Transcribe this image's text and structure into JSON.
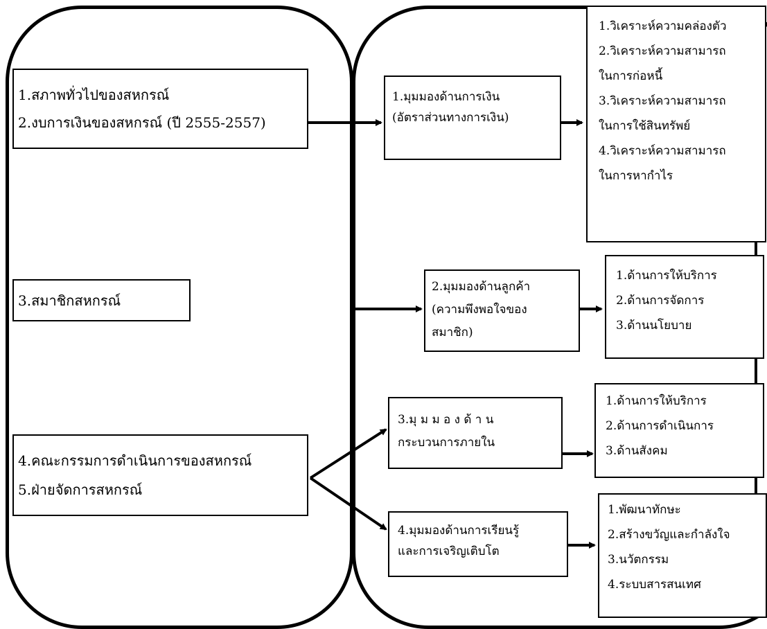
{
  "left_blocks": {
    "block1": {
      "lines": [
        "1.สภาพทั่วไปของสหกรณ์",
        "2.งบการเงินของสหกรณ์ (ปี 2555-2557)"
      ]
    },
    "block2": {
      "lines": [
        "3.สมาชิกสหกรณ์"
      ]
    },
    "block3": {
      "lines": [
        "4.คณะกรรมการดำเนินการของสหกรณ์",
        "5.ฝ่ายจัดการสหกรณ์"
      ]
    }
  },
  "perspectives": [
    {
      "lines": [
        "1.มุมมองด้านการเงิน",
        "(อัตราส่วนทางการเงิน)"
      ]
    },
    {
      "lines": [
        "2.มุมมองด้านลูกค้า",
        "(ความพึงพอใจของ",
        "สมาชิก)"
      ]
    },
    {
      "lines": [
        "3.มุ ม ม อ ง ด้ า น",
        "กระบวนการภายใน"
      ]
    },
    {
      "lines": [
        "4.มุมมองด้านการเรียนรู้",
        "และการเจริญเติบโต"
      ]
    }
  ],
  "details": [
    {
      "lines": [
        "1.วิเคราะห์ความคล่องตัว",
        "2.วิเคราะห์ความสามารถ",
        "ในการก่อหนี้",
        "3.วิเคราะห์ความสามารถ",
        "ในการใช้สินทรัพย์",
        "4.วิเคราะห์ความสามารถ",
        "ในการหากำไร"
      ]
    },
    {
      "lines": [
        "1.ด้านการให้บริการ",
        "2.ด้านการจัดการ",
        "3.ด้านนโยบาย"
      ]
    },
    {
      "lines": [
        "1.ด้านการให้บริการ",
        "2.ด้านการดำเนินการ",
        "3.ด้านสังคม"
      ]
    },
    {
      "lines": [
        "1.พัฒนาทักษะ",
        "2.สร้างขวัญและกำลังใจ",
        "3.นวัตกรรม",
        "4.ระบบสารสนเทศ"
      ]
    }
  ]
}
